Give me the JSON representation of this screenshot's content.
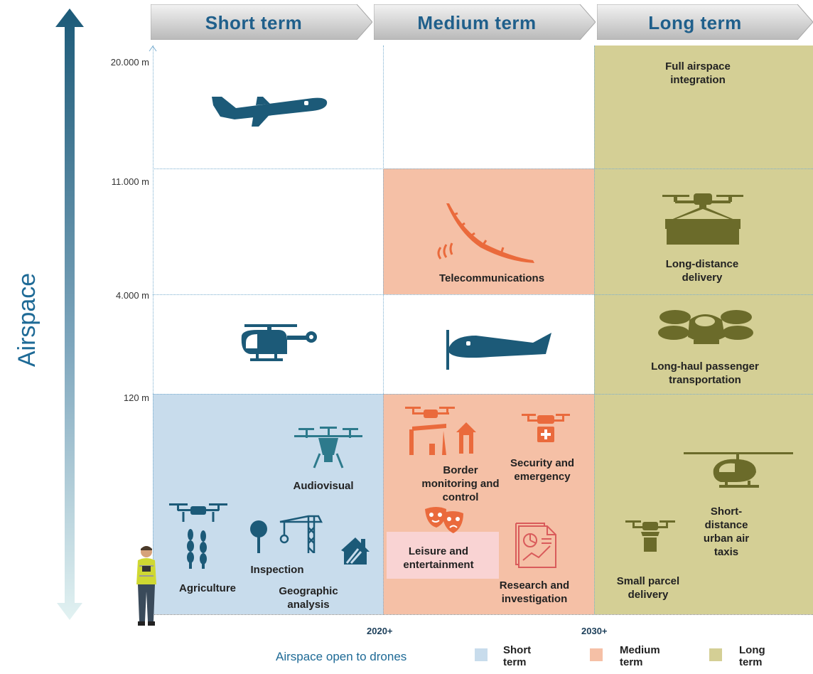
{
  "header": {
    "short": "Short term",
    "medium": "Medium term",
    "long": "Long term"
  },
  "y_axis": {
    "title": "Airspace",
    "ticks": [
      "20.000 m",
      "11.000 m",
      "4.000 m",
      "120 m"
    ]
  },
  "x_axis": {
    "ticks": [
      "2020+",
      "2030+"
    ]
  },
  "labels": {
    "full_airspace": "Full airspace integration",
    "telecom": "Telecommunications",
    "long_distance": "Long-distance delivery",
    "long_haul": "Long-haul passenger transportation",
    "audiovisual": "Audiovisual",
    "agriculture": "Agriculture",
    "inspection": "Inspection",
    "geographic": "Geographic analysis",
    "border": "Border monitoring and control",
    "security": "Security and emergency",
    "leisure": "Leisure and entertainment",
    "research": "Research and investigation",
    "short_distance": "Short-distance urban air taxis",
    "small_parcel": "Small parcel delivery"
  },
  "legend": {
    "title": "Airspace open to drones",
    "items": [
      {
        "label": "Short term",
        "color": "#c8dcec"
      },
      {
        "label": "Medium term",
        "color": "#f5c0a6"
      },
      {
        "label": "Long term",
        "color": "#d4cf95"
      }
    ]
  },
  "colors": {
    "short": "#c8dcec",
    "medium": "#f5c0a6",
    "long": "#d4cf95",
    "navy": "#1c5a78",
    "orange": "#ea6a3c",
    "olive": "#6b6b2a",
    "pink": "#f9d3d3"
  },
  "icons": [
    "airliner-icon",
    "solar-plane-icon",
    "cargo-drone-icon",
    "passenger-drone-icon",
    "helicopter-icon",
    "light-plane-icon",
    "hexacopter-icon",
    "crop-drone-icon",
    "wheat-icon",
    "tree-icon",
    "crane-icon",
    "house-icon",
    "pilot-icon",
    "border-drone-icon",
    "emergency-drone-icon",
    "masks-icon",
    "document-chart-icon",
    "air-taxi-icon",
    "parcel-drone-icon"
  ]
}
